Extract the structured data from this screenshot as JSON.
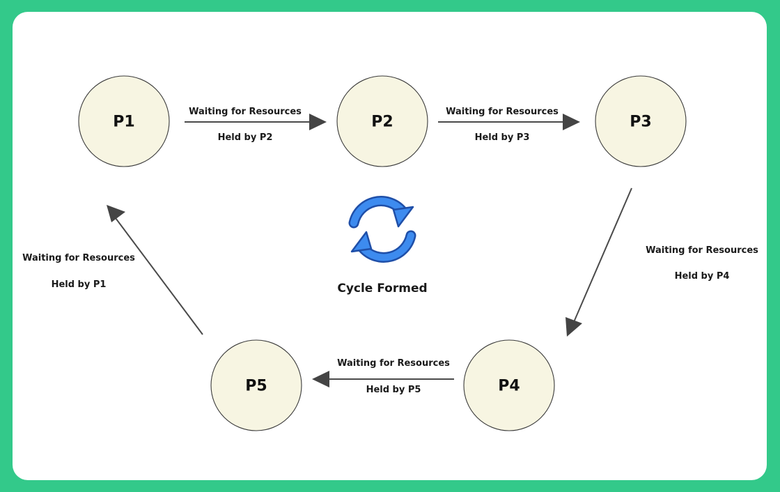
{
  "colors": {
    "frame": "#33c98a",
    "card": "#ffffff",
    "node_fill": "#f7f5e2",
    "arrow": "#444444",
    "cycle_icon": "#2f7be6"
  },
  "nodes": {
    "p1": "P1",
    "p2": "P2",
    "p3": "P3",
    "p4": "P4",
    "p5": "P5"
  },
  "edges": {
    "p1_p2": {
      "waiting": "Waiting for Resources",
      "held": "Held by P2"
    },
    "p2_p3": {
      "waiting": "Waiting for Resources",
      "held": "Held by P3"
    },
    "p3_p4": {
      "waiting": "Waiting for Resources",
      "held": "Held by P4"
    },
    "p4_p5": {
      "waiting": "Waiting for Resources",
      "held": "Held by P5"
    },
    "p5_p1": {
      "waiting": "Waiting for Resources",
      "held": "Held by P1"
    }
  },
  "center": {
    "icon": "cycle-refresh-icon",
    "label": "Cycle Formed"
  }
}
